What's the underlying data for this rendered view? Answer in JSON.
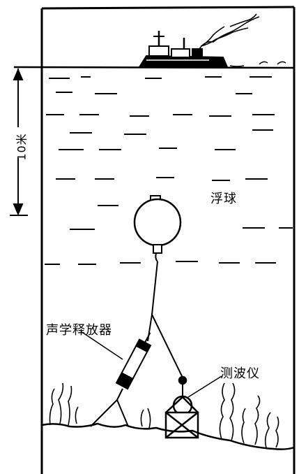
{
  "labels": {
    "float": "浮球",
    "acoustic_release": "声学释放器",
    "wave_gauge": "测波仪",
    "depth": "10米"
  }
}
